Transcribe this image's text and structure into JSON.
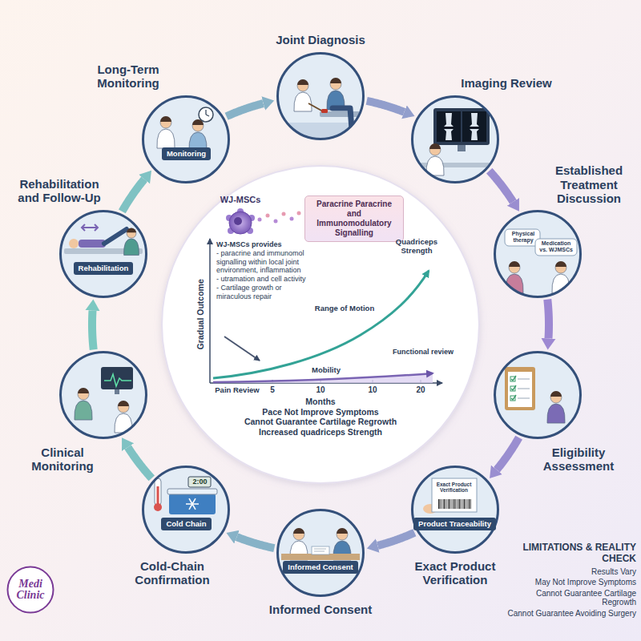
{
  "diagram": {
    "nodes": [
      {
        "text": [
          "Joint Diagnosis"
        ]
      },
      {
        "text": [
          "Imaging Review"
        ]
      },
      {
        "text": [
          "Established Treatment Discussion"
        ]
      },
      {
        "text": [
          "Eligibility Assessment"
        ]
      },
      {
        "text": [
          "Exact Product Verification",
          "Product Traceability"
        ]
      },
      {
        "text": [
          "Informed Consent",
          "Informed Consent"
        ]
      },
      {
        "text": [
          "Cold-Chain Confirmation",
          "Cold Chain"
        ]
      },
      {
        "text": [
          "Clinical Monitoring"
        ]
      },
      {
        "text": [
          "Rehabilitation and Follow-Up",
          "Rehabilitation"
        ]
      },
      {
        "text": [
          "Long-Term Monitoring",
          "Monitoring"
        ]
      },
      {
        "text": [
          "Paracrine Paracrine and Immunomodulatory Signalling"
        ]
      },
      {
        "text": [
          "Medi Clinic"
        ]
      }
    ],
    "edges": [
      {
        "from": 0,
        "to": 1,
        "arrow": "to"
      },
      {
        "from": 1,
        "to": 2,
        "arrow": "to"
      },
      {
        "from": 2,
        "to": 3,
        "arrow": "to"
      },
      {
        "from": 3,
        "to": 4,
        "arrow": "to"
      },
      {
        "from": 4,
        "to": 5,
        "arrow": "to"
      },
      {
        "from": 5,
        "to": 6,
        "arrow": "to"
      },
      {
        "from": 6,
        "to": 7,
        "arrow": "to"
      },
      {
        "from": 7,
        "to": 8,
        "arrow": "to"
      },
      {
        "from": 8,
        "to": 9,
        "arrow": "to"
      },
      {
        "from": 9,
        "to": 0,
        "arrow": "to"
      }
    ],
    "labels": [
      "WJ-MSCs",
      "WJ-MSCs provides",
      "- paracrine and immunomol signalling within local joint environment, inflammation",
      "- utramation and cell activity",
      "- Cartilage growth or miraculous repair",
      "Gradual Outcome",
      "Quadriceps Strength",
      "Range of Motion",
      "Mobility",
      "Functional review",
      "Pain Review",
      "5",
      "10",
      "10",
      "20",
      "Months",
      "Pace Not Improve Symptoms",
      "Cannot Guarantee Cartilage Regrowth",
      "Increased quadriceps Strength",
      "Physical therapy",
      "Medication vs. WJMSCs",
      "Exact Product Verification",
      "2:00",
      "LIMITATIONS & REALITY CHECK",
      "Results Vary",
      "May Not Improve Symptoms",
      "Cannot Guarantee Cartilage Regrowth",
      "Cannot Guarantee Avoiding Surgery"
    ]
  }
}
